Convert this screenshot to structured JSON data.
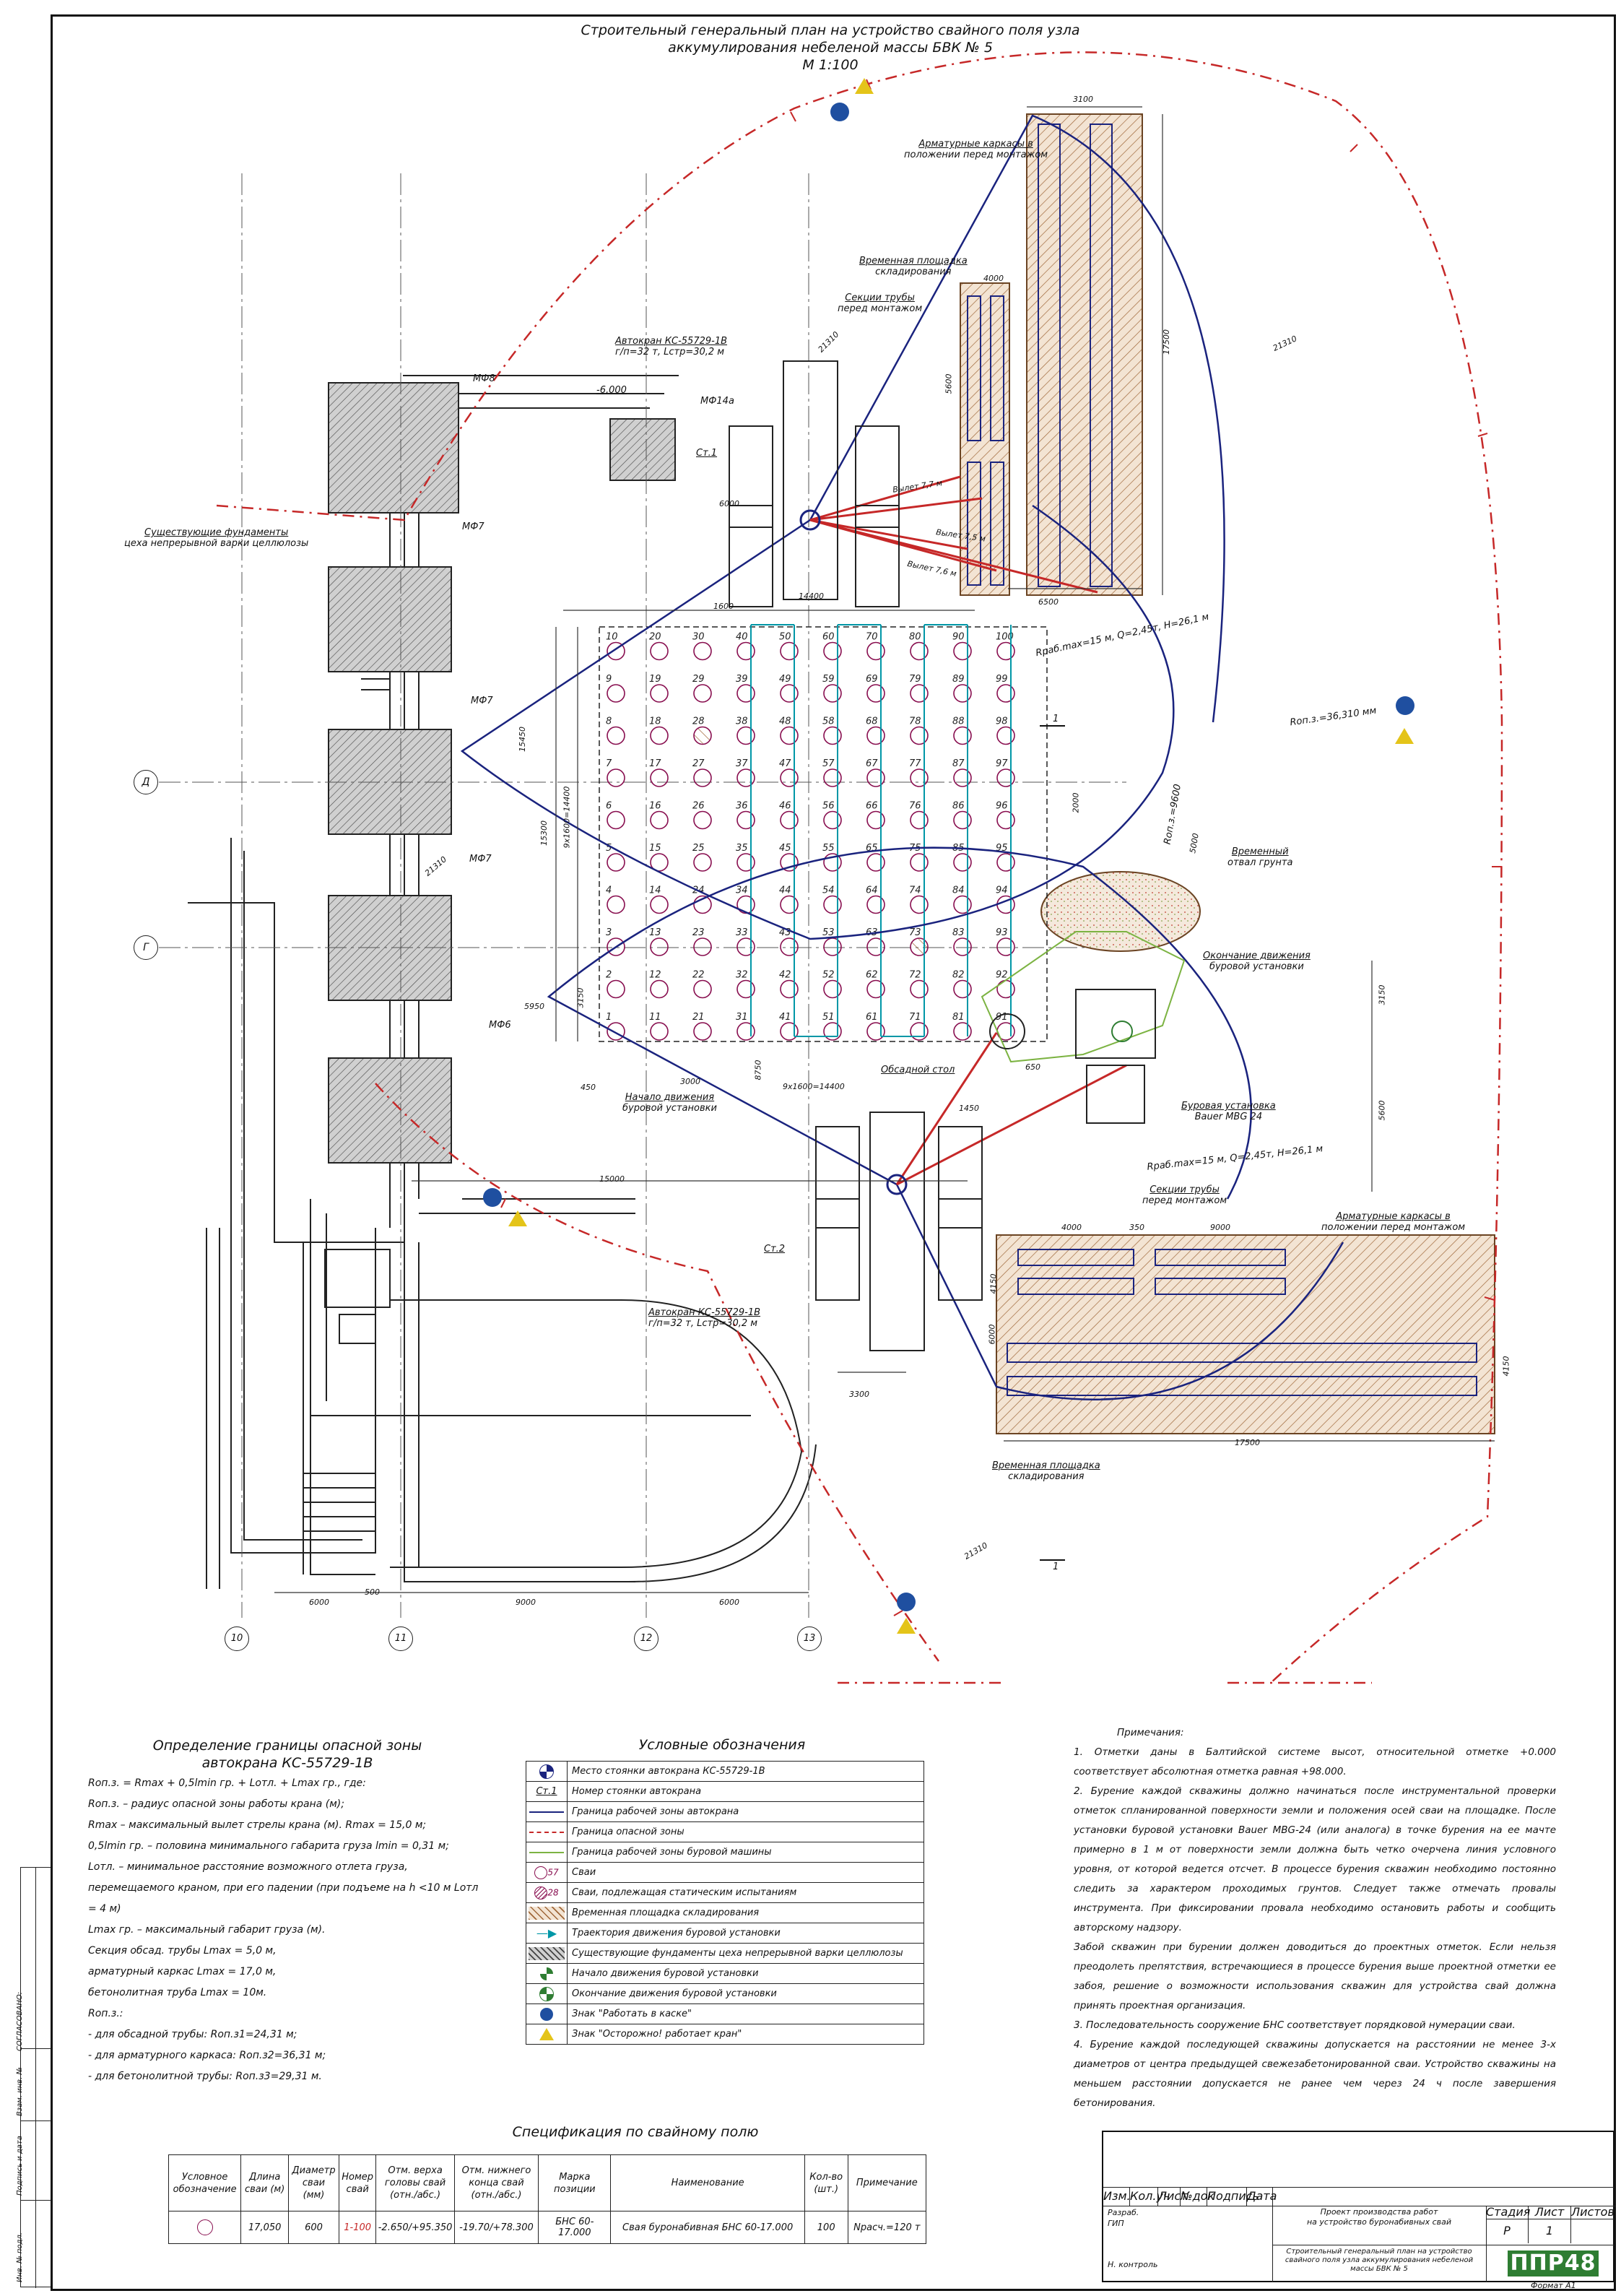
{
  "title": {
    "line1": "Строительный генеральный план на устройство свайного поля узла",
    "line2": "аккумулирования небеленой массы БВК № 5",
    "scale": "М 1:100"
  },
  "plan": {
    "foundations": [
      "МФ8",
      "МФ7",
      "МФ7",
      "МФ7",
      "МФ6"
    ],
    "mf14a": "МФ14а",
    "level": "-6,000",
    "existing_foundations": [
      "Существующие фундаменты",
      "цеха непрерывной варки целлюлозы"
    ],
    "crane1": {
      "name": "Автокран КС-55729-1В",
      "params": "г/п=32 т, Lстр=30,2 м",
      "stand": "Ст.1"
    },
    "crane2": {
      "name": "Автокран КС-55729-1В",
      "params": "г/п=32 т, Lстр=30,2 м",
      "stand": "Ст.2"
    },
    "rebar_cages_top": [
      "Арматурные каркасы в",
      "положении перед монтажом"
    ],
    "storage_top": [
      "Временная площадка",
      "складирования"
    ],
    "pipes_top": [
      "Секции трубы",
      "перед монтажом"
    ],
    "soil_dump": [
      "Временный",
      "отвал грунта"
    ],
    "drill_end": [
      "Окончание движения",
      "буровой установки"
    ],
    "drill_start": [
      "Начало движения",
      "буровой установки"
    ],
    "drill_rig": [
      "Буровая установка",
      "Bauer MBG 24"
    ],
    "casing_table": "Обсадной стол",
    "pipes_bottom": [
      "Секции трубы",
      "перед монтажом"
    ],
    "rebar_cages_bottom": [
      "Арматурные каркасы в",
      "положении перед монтажом"
    ],
    "storage_bottom": [
      "Временная площадка",
      "складирования"
    ],
    "rop_top": "Rоп.з.=36,310 мм",
    "rop_drill": "Rоп.з.=9600",
    "rop_crane1": "Rраб.max=15 м, Q=2,45т, H=26,1 м",
    "rop_crane2": "Rраб.max=15 м, Q=2,45т, H=26,1 м",
    "reach": [
      "Вылет 7,7 м",
      "Вылет 7,5 м",
      "Вылет 7,6 м"
    ],
    "axes_rows": [
      "Д",
      "Г"
    ],
    "axes_cols": [
      "10",
      "11",
      "12",
      "13"
    ],
    "section_mark": "1",
    "dims": {
      "d3100": "3100",
      "d17500": "17500",
      "d21310": "21310",
      "d21310b": "21310",
      "d21310c": "21310",
      "d21310d": "21310",
      "d6000": "6000",
      "d14400": "14400",
      "d1600": "1600",
      "d6500": "6500",
      "d4000": "4000",
      "d5600": "5600",
      "d15450": "15450",
      "d15300": "15300",
      "d9x1600": "9х1600=14400",
      "d9x1600b": "9х1600=14400",
      "d5950": "5950",
      "d450": "450",
      "d3000": "3000",
      "d8750": "8750",
      "d15000": "15000",
      "d3150": "3150",
      "d3150b": "3150",
      "d5600b": "5600",
      "d3300": "3300",
      "d4000b": "4000",
      "d9000": "9000",
      "d17500b": "17500",
      "d4150": "4150",
      "d6000b": "6000",
      "d500": "500",
      "d9000b": "9000",
      "d6000c": "6000",
      "d6000d": "6000",
      "d5000": "5000",
      "d1450": "1450",
      "d650": "650",
      "d2000": "2000",
      "d4150b": "4150",
      "d350": "350"
    }
  },
  "danger_zone": {
    "title": [
      "Определение границы опасной зоны",
      "автокрана КС-55729-1В"
    ],
    "lines": [
      "Rоп.з. = Rmax + 0,5lmin гр. + Lотл. + Lmax гр., где:",
      "Rоп.з. – радиус опасной зоны работы крана (м);",
      "Rmax – максимальный вылет стрелы крана (м). Rmax = 15,0 м;",
      "0,5lmin гр. – половина минимального габарита груза lmin = 0,31 м;",
      "Lотл. – минимальное расстояние возможного отлета груза,",
      "перемещаемого краном, при его падении (при подъеме на h <10 м Lотл",
      "= 4 м)",
      "Lmax гр. – максимальный габарит груза (м).",
      "Секция обсад. трубы Lmax = 5,0 м,",
      "арматурный каркас Lmax = 17,0 м,",
      "бетонолитная труба Lmax = 10м.",
      "Rоп.з.:",
      "- для обсадной трубы: Rоп.з1=24,31 м;",
      "- для арматурного каркаса: Rоп.з2=36,31 м;",
      "- для бетонолитной трубы: Rоп.з3=29,31 м."
    ]
  },
  "legend": {
    "title": "Условные обозначения",
    "items": [
      {
        "sym": "crane-stand",
        "text": "Место стоянки автокрана КС-55729-1В"
      },
      {
        "sym": "stand-number",
        "symtext": "Ст.1",
        "text": "Номер стоянки автокрана"
      },
      {
        "sym": "crane-zone",
        "text": "Граница рабочей зоны автокрана"
      },
      {
        "sym": "danger-zone",
        "text": "Граница опасной зоны"
      },
      {
        "sym": "drill-zone",
        "text": "Граница рабочей зоны буровой машины"
      },
      {
        "sym": "pile",
        "symtext": "57",
        "text": "Сваи"
      },
      {
        "sym": "test-pile",
        "symtext": "28",
        "text": "Сваи, подлежащая статическим испытаниям"
      },
      {
        "sym": "storage",
        "text": "Временная площадка складирования"
      },
      {
        "sym": "trajectory",
        "text": "Траектория движения буровой установки"
      },
      {
        "sym": "foundation",
        "text": "Существующие фундаменты цеха непрерывной варки целлюлозы"
      },
      {
        "sym": "drill-start",
        "text": "Начало движения буровой установки"
      },
      {
        "sym": "drill-end",
        "text": "Окончание движения буровой установки"
      },
      {
        "sym": "helmet",
        "text": "Знак \"Работать в каске\""
      },
      {
        "sym": "warning",
        "text": "Знак \"Осторожно! работает кран\""
      }
    ]
  },
  "notes": {
    "title": "Примечания:",
    "items": [
      "1.   Отметки даны в Балтийской системе высот, относительной отметке +0.000 соответствует абсолютная отметка равная +98.000.",
      "2.   Бурение каждой скважины должно начинаться после инструментальной проверки отметок спланированной поверхности земли и положения осей сваи на площадке. После установки буровой установки Bauer MBG-24 (или аналога) в точке бурения на ее мачте примерно в 1 м от поверхности земли должна быть четко очерчена линия условного уровня, от которой ведется отсчет. В процессе бурения скважин необходимо постоянно следить за характером проходимых грунтов. Следует также отмечать провалы инструмента. При фиксировании провала необходимо остановить работы и сообщить авторскому надзору.",
      "        Забой скважин при бурении должен доводиться до проектных отметок.   Если нельзя преодолеть препятствия, встречающиеся в процессе бурения выше проектной отметки ее забоя, решение о возможности использования скважин для устройства свай должна принять проектная организация.",
      "3.   Последовательность сооружение БНС соответствует порядковой нумерации сваи.",
      "4.   Бурение каждой последующей скважины допускается на расстоянии не менее 3-х диаметров от центра предыдущей свежезабетонированной сваи. Устройство скважины на меньшем расстоянии допускается не ранее чем через 24 ч после завершения бетонирования."
    ]
  },
  "spec": {
    "title": "Спецификация по свайному полю",
    "headers": [
      "Условное обозначение",
      "Длина сваи (м)",
      "Диаметр сваи (мм)",
      "Номер свай",
      "Отм. верха головы свай (отн./абс.)",
      "Отм. нижнего конца свай (отн./абс.)",
      "Марка позиции",
      "Наименование",
      "Кол-во (шт.)",
      "Примечание"
    ],
    "row": [
      "",
      "17,050",
      "600",
      "1-100",
      "-2.650/+95.350",
      "-19.70/+78.300",
      "БНС 60-17.000",
      "Свая буронабивная БНС 60-17.000",
      "100",
      "Nрасч.=120 т"
    ]
  },
  "stamp": {
    "cols": [
      "Изм.",
      "Кол.уч",
      "Лист",
      "№док",
      "Подпись",
      "Дата"
    ],
    "roles": [
      "Разраб.",
      "ГИП",
      "Н. контроль"
    ],
    "project": [
      "Проект производства работ",
      "на устройство буронабивных свай"
    ],
    "stage_hdr": [
      "Стадия",
      "Лист",
      "Листов"
    ],
    "stage_val": [
      "Р",
      "1",
      ""
    ],
    "sheet_title": [
      "Строительный генеральный план на устройство",
      "свайного поля узла аккумулирования небеленой",
      "массы БВК № 5"
    ],
    "logo": "ППР48",
    "format": "Формат А1"
  },
  "side": [
    "СОГЛАСОВАНО:",
    "Взам. инв. №",
    "Подпись и дата",
    "Инв. № подл."
  ],
  "colors": {
    "crane": "#1a237e",
    "danger": "#c62828",
    "trajectory": "#0097a7",
    "drill": "#2e7d32",
    "storage": "#b8845a",
    "pile": "#880e4f"
  }
}
